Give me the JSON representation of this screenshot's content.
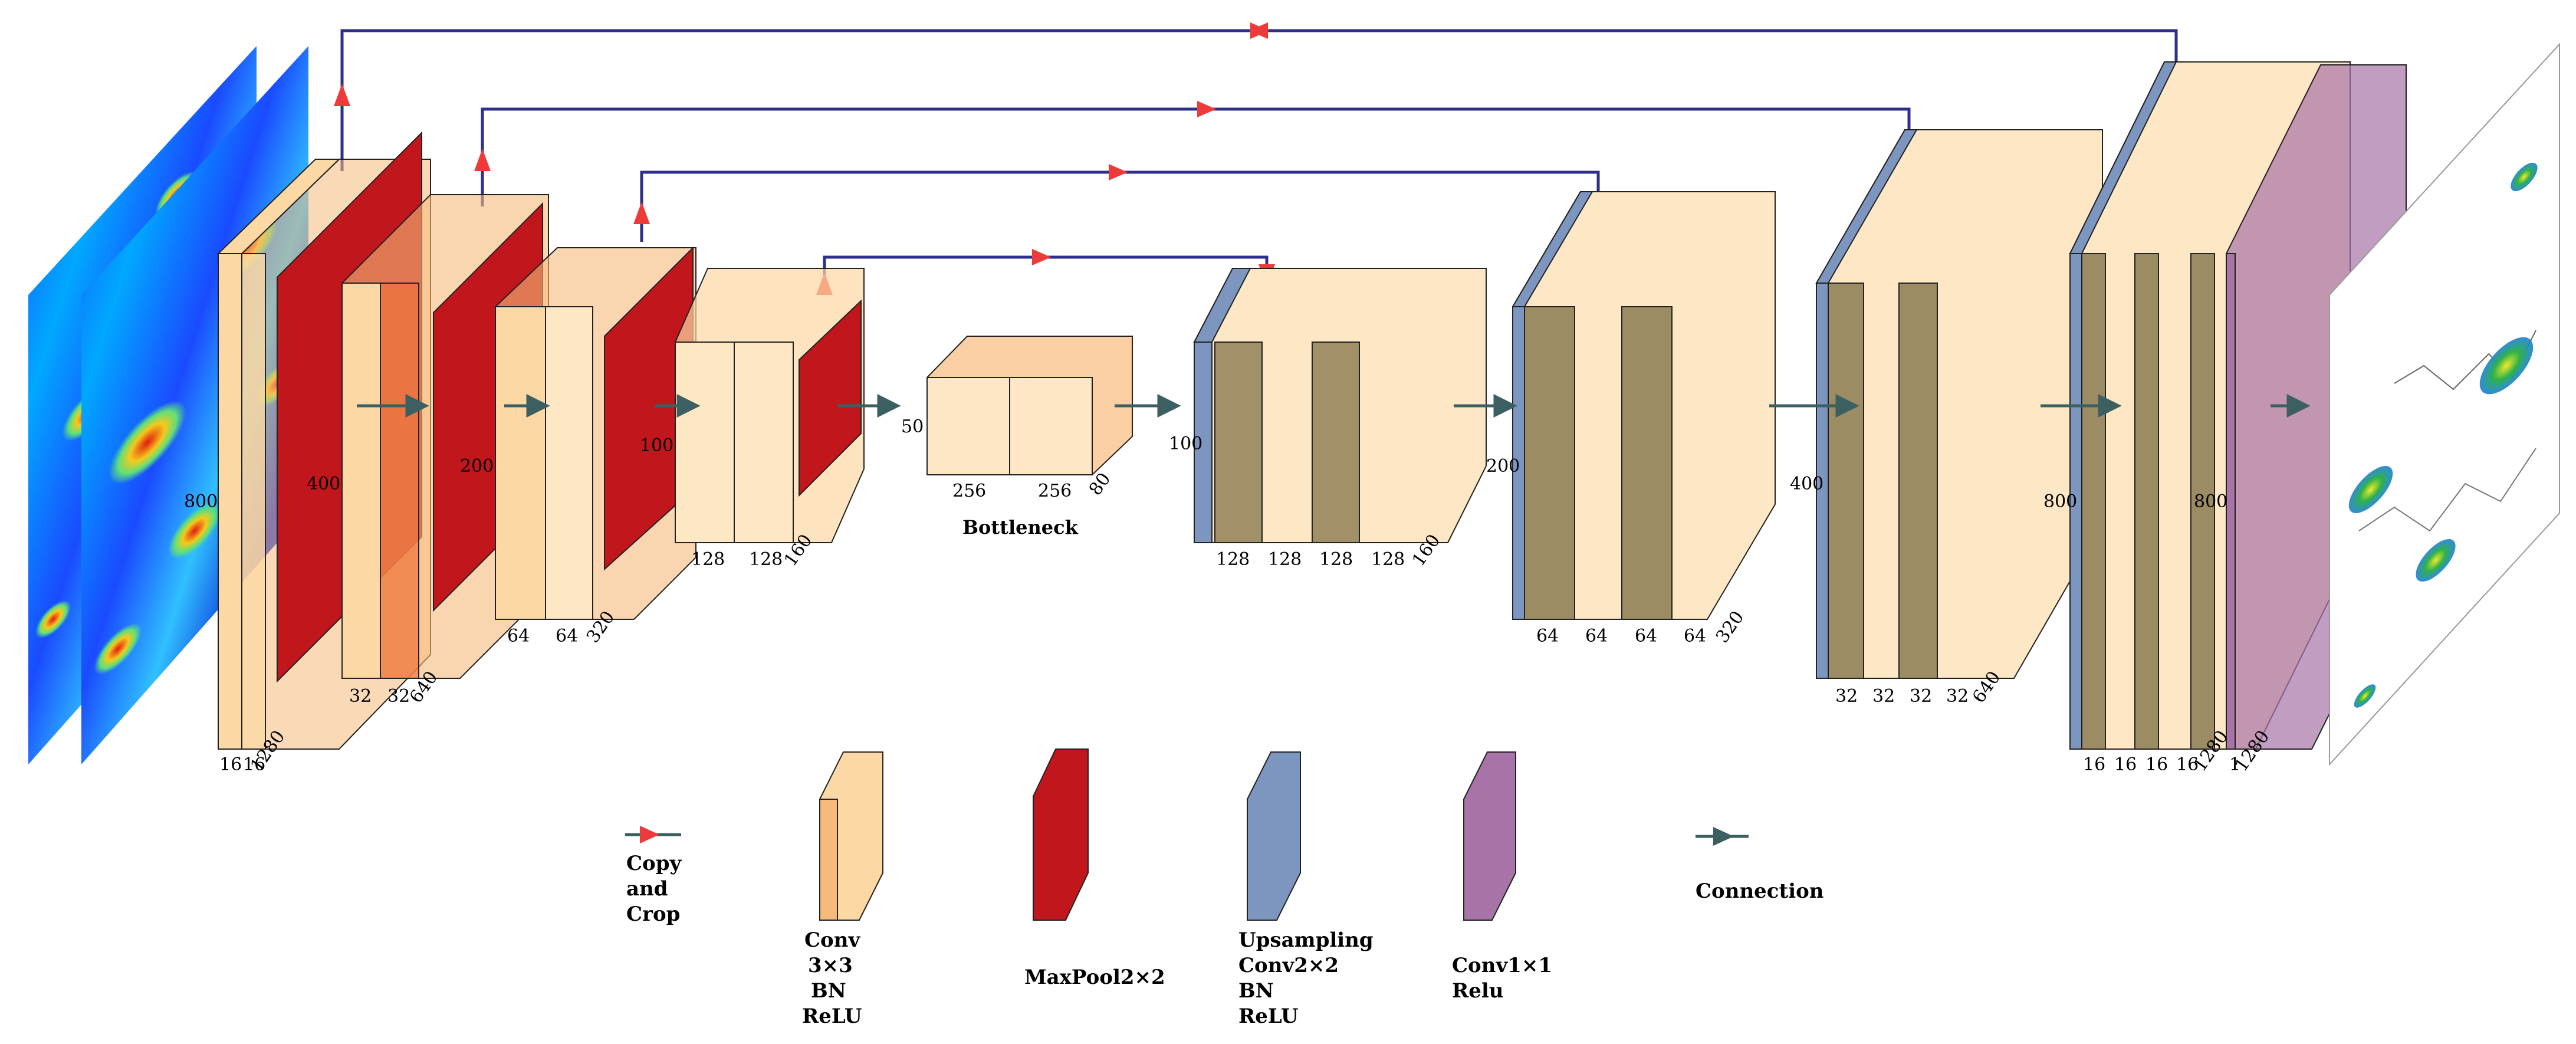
{
  "diagram": {
    "input_layers": [
      {
        "size": "800",
        "channels": [
          "16",
          "16"
        ],
        "depth": "1280"
      },
      {
        "size": "400",
        "channels": [
          "32",
          "32"
        ],
        "depth": "640"
      },
      {
        "size": "200",
        "channels": [
          "64",
          "64"
        ],
        "depth": "320"
      },
      {
        "size": "100",
        "channels": [
          "128",
          "128"
        ],
        "depth": "160"
      }
    ],
    "bottleneck": {
      "title": "Bottleneck",
      "size": "50",
      "channels": [
        "256",
        "256"
      ],
      "depth": "80"
    },
    "output_layers": [
      {
        "size": "100",
        "channels": [
          "128",
          "128",
          "128",
          "128"
        ],
        "depth": "160"
      },
      {
        "size": "200",
        "channels": [
          "64",
          "64",
          "64",
          "64"
        ],
        "depth": "320"
      },
      {
        "size": "400",
        "channels": [
          "32",
          "32",
          "32",
          "32"
        ],
        "depth": "640"
      },
      {
        "size": "800",
        "channels": [
          "16",
          "16",
          "16",
          "16"
        ],
        "depth": "1280"
      }
    ],
    "final_layer": {
      "size": "800",
      "channel": "1",
      "depth": "1280"
    }
  },
  "legend": {
    "copy_and_crop": [
      "Copy",
      "and",
      "Crop"
    ],
    "conv": [
      "Conv",
      "3×3",
      "BN",
      "ReLU"
    ],
    "maxpool": [
      "MaxPool2×2"
    ],
    "upsampling": [
      "Upsampling",
      "Conv2×2",
      "BN",
      "ReLU"
    ],
    "conv1x1": [
      "Conv1×1",
      "Relu"
    ],
    "connection": [
      "Connection"
    ]
  },
  "colors": {
    "conv": "#fcd9a4",
    "conv_edge": "#f6ba7c",
    "maxpool": "#c1161b",
    "upsampling": "#7d96bf",
    "conv1x1": "#a874a8",
    "skip_line": "#2e2f8a",
    "skip_arrow": "#ef3a3a",
    "connection_arrow": "#3c5f61"
  }
}
